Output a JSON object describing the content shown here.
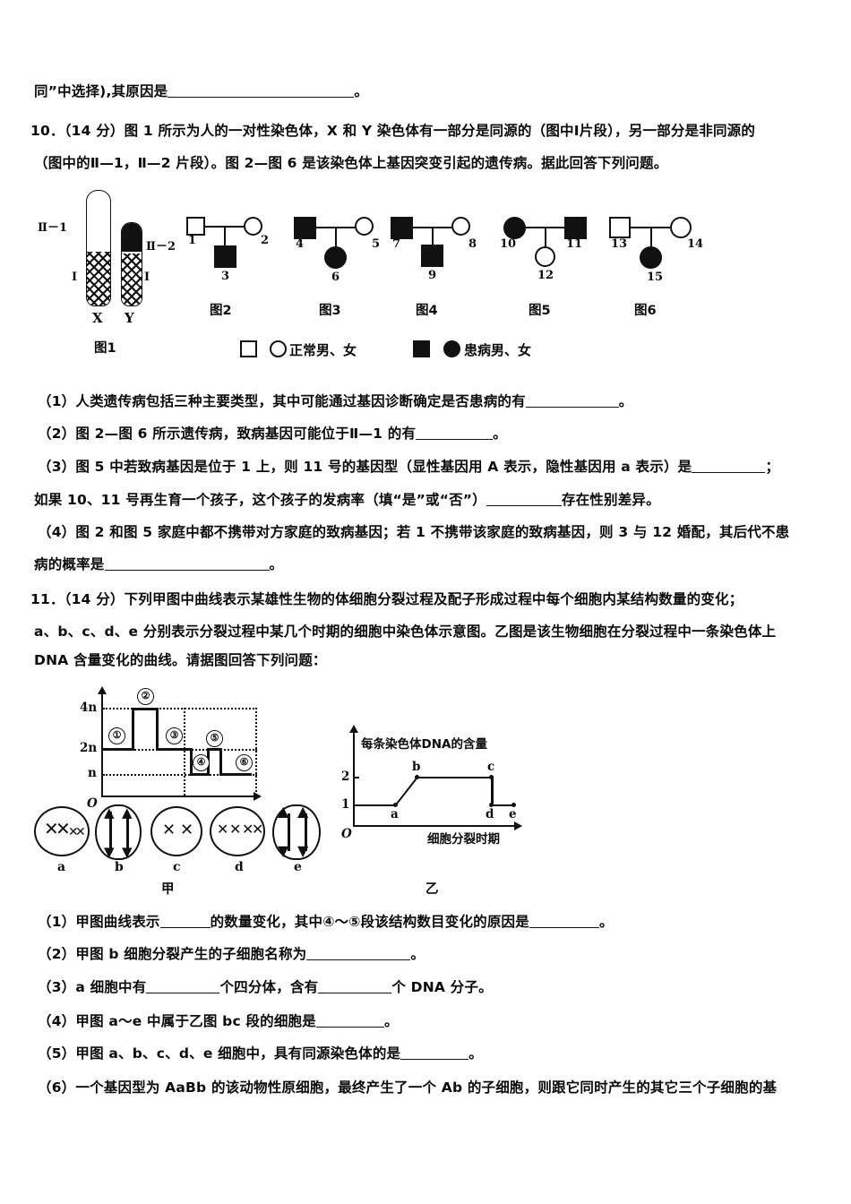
{
  "document": {
    "type": "exam-paper",
    "language": "zh-CN",
    "subject": "生物"
  },
  "top_fragment": {
    "text_before": "同”中选择),其原因是",
    "text_after": "。"
  },
  "question10": {
    "number": "10．",
    "points": "（14 分）",
    "stem_line1": "图 1 所示为人的一对性染色体，X 和 Y 染色体有一部分是同源的（图中Ⅰ片段），另一部分是非同源的",
    "stem_line2": "（图中的Ⅱ—1，Ⅱ—2 片段）。图 2—图 6 是该染色体上基因突变引起的遗传病。据此回答下列问题。",
    "sub": [
      {
        "label": "（1）",
        "text_a": "人类遗传病包括三种主要类型，其中可能通过基因诊断确定是否患病的有",
        "text_b": "。"
      },
      {
        "label": "（2）",
        "text_a": "图 2—图 6 所示遗传病，致病基因可能位于Ⅱ—1 的有",
        "text_b": "。"
      },
      {
        "label": "（3）",
        "text_a": "图 5 中若致病基因是位于 1 上，则 11 号的基因型（显性基因用 A 表示，隐性基因用 a 表示）是",
        "text_b": "；"
      },
      {
        "label": "",
        "text_a": "如果 10、11 号再生育一个孩子，这个孩子的发病率（填“是”或“否”）",
        "text_b": "存在性别差异。"
      },
      {
        "label": "（4）",
        "text_a": "图 2 和图 5 家庭中都不携带对方家庭的致病基因；若 1 不携带该家庭的致病基因，则 3 与 12 婚配，其后代不患",
        "text_b": ""
      },
      {
        "label": "",
        "text_a": "病的概率是",
        "text_b": "。"
      }
    ]
  },
  "figure1": {
    "caption": "图1",
    "label_II_1": "Ⅱ－1",
    "label_II_2": "Ⅱ－2",
    "label_I_left": "Ⅰ",
    "label_I_right": "Ⅰ",
    "label_X": "X",
    "label_Y": "Y"
  },
  "pedigrees": [
    {
      "caption": "图2",
      "father": {
        "shape": "square",
        "state": "open",
        "id": "1"
      },
      "mother": {
        "shape": "circle",
        "state": "open",
        "id": "2"
      },
      "child": {
        "shape": "square",
        "state": "filled",
        "id": "3"
      }
    },
    {
      "caption": "图3",
      "father": {
        "shape": "square",
        "state": "filled",
        "id": "4"
      },
      "mother": {
        "shape": "circle",
        "state": "open",
        "id": "5"
      },
      "child": {
        "shape": "circle",
        "state": "filled",
        "id": "6"
      }
    },
    {
      "caption": "图4",
      "father": {
        "shape": "square",
        "state": "filled",
        "id": "7"
      },
      "mother": {
        "shape": "circle",
        "state": "open",
        "id": "8"
      },
      "child": {
        "shape": "square",
        "state": "filled",
        "id": "9"
      }
    },
    {
      "caption": "图5",
      "father": {
        "shape": "circle",
        "state": "filled",
        "id": "10"
      },
      "mother": {
        "shape": "square",
        "state": "filled",
        "id": "11"
      },
      "child": {
        "shape": "circle",
        "state": "open",
        "id": "12"
      }
    },
    {
      "caption": "图6",
      "father": {
        "shape": "square",
        "state": "open",
        "id": "13"
      },
      "mother": {
        "shape": "circle",
        "state": "open",
        "id": "14"
      },
      "child": {
        "shape": "circle",
        "state": "filled",
        "id": "15"
      }
    }
  ],
  "legend": {
    "normal_text": "正常男、女",
    "affected_text": "患病男、女"
  },
  "question11": {
    "number": "11．",
    "points": "（14 分）",
    "stem_line1": "下列甲图中曲线表示某雄性生物的体细胞分裂过程及配子形成过程中每个细胞内某结构数量的变化；",
    "stem_line2": "a、b、c、d、e 分别表示分裂过程中某几个时期的细胞中染色体示意图。乙图是该生物细胞在分裂过程中一条染色体上",
    "stem_line3": "DNA 含量变化的曲线。请据图回答下列问题：",
    "sub": [
      {
        "label": "（1）",
        "text_a": "甲图曲线表示",
        "text_b": "的数量变化，其中④～⑤段该结构数目变化的原因是",
        "text_c": "。"
      },
      {
        "label": "（2）",
        "text_a": "甲图 b 细胞分裂产生的子细胞名称为",
        "text_b": "。"
      },
      {
        "label": "（3）",
        "text_a": "a 细胞中有",
        "text_b": "个四分体，含有",
        "text_c": "个 DNA 分子。"
      },
      {
        "label": "（4）",
        "text_a": "甲图 a～e 中属于乙图 bc 段的细胞是",
        "text_b": "。"
      },
      {
        "label": "（5）",
        "text_a": "甲图 a、b、c、d、e 细胞中，具有同源染色体的是",
        "text_b": "。"
      },
      {
        "label": "（6）",
        "text_a": "一个基因型为 AaBb 的该动物性原细胞，最终产生了一个 Ab 的子细胞，则跟它同时产生的其它三个子细胞的基",
        "text_b": ""
      }
    ]
  },
  "chart_data": [
    {
      "id": "jia",
      "type": "line",
      "title": "甲",
      "caption": "甲",
      "xlabel": "",
      "ylabel": "",
      "ytick_labels": [
        "4n",
        "2n",
        "n"
      ],
      "ytick_values": [
        4,
        2,
        1
      ],
      "origin_label": "O",
      "grid": "dotted",
      "legend": "none",
      "annotations": [
        "①",
        "②",
        "③",
        "④",
        "⑤",
        "⑥"
      ],
      "description": "体细胞分裂及配子形成过程中每个细胞内某结构（染色体）数量变化阶梯曲线",
      "steps": [
        {
          "stage": "①",
          "value": 2,
          "value_label": "2n"
        },
        {
          "stage": "②",
          "value": 4,
          "value_label": "4n"
        },
        {
          "stage": "③",
          "value": 2,
          "value_label": "2n"
        },
        {
          "stage": "④",
          "value": 1,
          "value_label": "n"
        },
        {
          "stage": "⑤",
          "value": 2,
          "value_label": "2n"
        },
        {
          "stage": "⑥",
          "value": 1,
          "value_label": "n"
        }
      ],
      "cells": [
        "a",
        "b",
        "c",
        "d",
        "e"
      ]
    },
    {
      "id": "yi",
      "type": "line",
      "title": "乙",
      "caption": "乙",
      "ylabel": "每条染色体DNA的含量",
      "xlabel": "细胞分裂时期",
      "ytick_labels": [
        "2",
        "1"
      ],
      "ytick_values": [
        2,
        1
      ],
      "origin_label": "O",
      "grid": "none",
      "legend": "none",
      "description": "一条染色体上DNA含量变化的曲线",
      "points": [
        {
          "name": "a",
          "x": 1.1,
          "y": 1
        },
        {
          "name": "b",
          "x": 2.2,
          "y": 2
        },
        {
          "name": "c",
          "x": 4.4,
          "y": 2
        },
        {
          "name": "d",
          "x": 4.5,
          "y": 1
        },
        {
          "name": "e",
          "x": 5.2,
          "y": 1
        }
      ]
    }
  ]
}
